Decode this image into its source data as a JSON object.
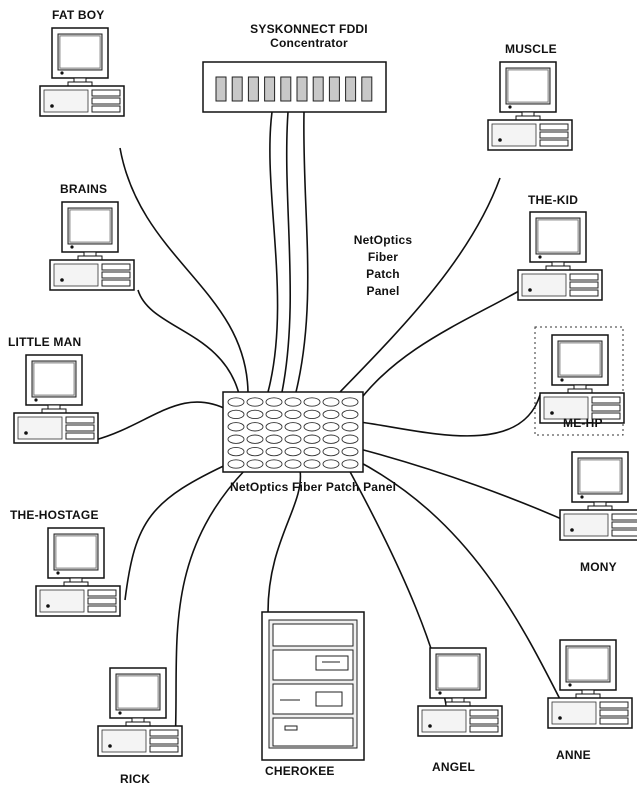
{
  "concentrator": {
    "title_line1": "SYSKONNECT FDDI",
    "title_line2": "Concentrator"
  },
  "patch_panel": {
    "label": "NetOptics Fiber Patch Panel"
  },
  "patch_panel_callout": {
    "lines": [
      "NetOptics",
      "Fiber",
      "Patch",
      "Panel"
    ]
  },
  "hosts": {
    "fat_boy": "FAT BOY",
    "brains": "BRAINS",
    "little_man": "LITTLE MAN",
    "the_hostage": "THE-HOSTAGE",
    "rick": "RICK",
    "cherokee": "CHEROKEE",
    "angel": "ANGEL",
    "anne": "ANNE",
    "mony": "MONY",
    "me_hp": "ME-HP",
    "the_kid": "THE-KID",
    "muscle": "MUSCLE"
  }
}
